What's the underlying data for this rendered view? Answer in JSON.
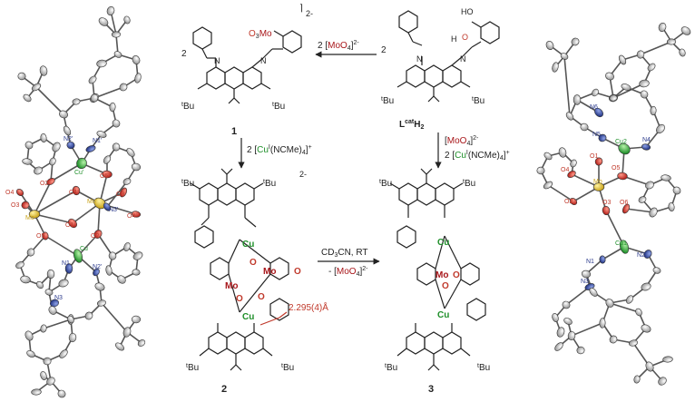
{
  "colors": {
    "bond": "#222222",
    "cu": "#1f8f2a",
    "mo": "#a8161a",
    "oxygen": "#c0392b",
    "nitrogen": "#2b3a8c",
    "carbon_fill": "#e8e8e8"
  },
  "left_structure": {
    "labels": {
      "n3p": "N3'",
      "n2p": "N2'",
      "n1p": "N1'",
      "cup": "Cu'",
      "o2": "O2",
      "o5p": "O5'",
      "o4": "O4",
      "o1p": "O1'",
      "o3p": "O3'",
      "o3": "O3",
      "mop": "Mo'",
      "mo": "Mo",
      "o4p": "O4'",
      "o1": "O1",
      "o5": "O5",
      "o2p": "O2'",
      "cu": "Cu",
      "n1": "N1",
      "n2p2": "N2'",
      "n3": "N3"
    }
  },
  "right_structure": {
    "labels": {
      "n6": "N6",
      "n5": "N5",
      "cu2": "Cu2",
      "n4": "N4",
      "o1": "O1",
      "o4": "O4",
      "o5": "O5",
      "mo": "Mo",
      "o2": "O2",
      "o3": "O3",
      "o6": "O6",
      "cu1": "Cu1",
      "n2": "N2",
      "n1": "N1",
      "n3": "N3"
    }
  },
  "scheme": {
    "top_left": {
      "charge": "2-",
      "o3mo": "O",
      "o3mo_sub": "3",
      "o3mo_mo": "Mo",
      "coef": "2",
      "tbu_left": "Bu",
      "tbu_right": "Bu",
      "t": "t",
      "compound": "1"
    },
    "top_right": {
      "coef": "2",
      "h": "H",
      "ho": "HO",
      "o": "O",
      "tbu_left": "Bu",
      "tbu_right": "Bu",
      "t": "t",
      "ligand_L": "L",
      "ligand_sup": "cat",
      "ligand_H": "H",
      "ligand_sub": "2"
    },
    "arrow_top": {
      "prefix": "2 [",
      "mo": "MoO",
      "sub": "4",
      "suffix": "]",
      "charge": "2-"
    },
    "arrow_left_down": {
      "prefix": "2 [",
      "cu": "Cu",
      "cu_sup": "I",
      "middle": "(NCMe)",
      "sub": "4",
      "suffix": "]",
      "charge": "+"
    },
    "arrow_right_down": {
      "line1_prefix": "[",
      "line1_mo": "MoO",
      "line1_sub": "4",
      "line1_suffix": "]",
      "line1_charge": "2-",
      "line2_prefix": "2 [",
      "line2_cu": "Cu",
      "line2_sup": "I",
      "line2_middle": "(NCMe)",
      "line2_sub": "4",
      "line2_suffix": "]",
      "line2_charge": "+"
    },
    "arrow_middle": {
      "line1": "CD",
      "line1_sub": "3",
      "line1_rest": "CN, RT",
      "line2_prefix": "- [",
      "line2_mo": "MoO",
      "line2_sub": "4",
      "line2_suffix": "]",
      "line2_charge": "2-"
    },
    "compound2": {
      "number": "2",
      "charge": "2-",
      "cu_top": "Cu",
      "cu_bottom": "Cu",
      "mo_a": "Mo",
      "mo_b": "Mo",
      "o_a": "O",
      "o_b": "O",
      "o_c": "O",
      "o_d": "O",
      "distance": "2.295(4)Å",
      "t": "t",
      "bu": "Bu"
    },
    "compound3": {
      "number": "3",
      "cu_top": "Cu",
      "cu_bottom": "Cu",
      "mo": "Mo",
      "o_a": "O",
      "o_b": "O",
      "t": "t",
      "bu": "Bu"
    }
  }
}
